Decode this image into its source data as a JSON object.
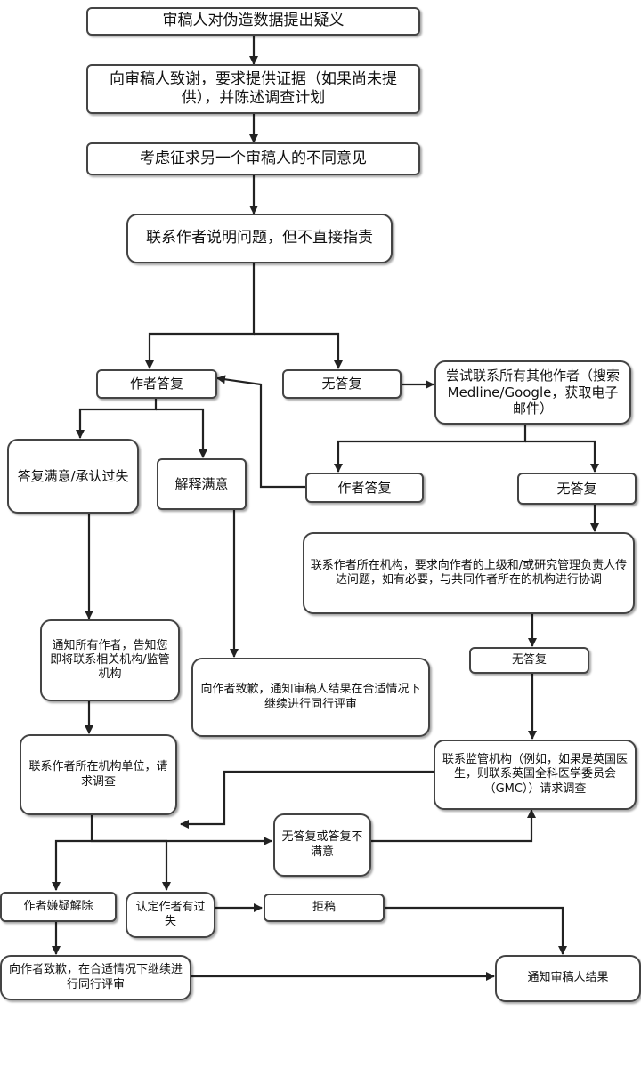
{
  "nodes": {
    "n1": "审稿人对伪造数据提出疑义",
    "n2": "向审稿人致谢，要求提供证据（如果尚未提供），并陈述调查计划",
    "n3": "考虑征求另一个审稿人的不同意见",
    "n4": "联系作者说明问题，但不直接指责",
    "n5": "作者答复",
    "n6": "无答复",
    "n7": "尝试联系所有其他作者（搜索Medline/Google，获取电子邮件）",
    "n8": "答复满意/承认过失",
    "n9": "解释满意",
    "n10": "作者答复",
    "n11": "无答复",
    "n12": "联系作者所在机构，要求向作者的上级和/或研究管理负责人传达问题，如有必要，与共同作者所在的机构进行协调",
    "n13": "通知所有作者，告知您即将联系相关机构/监管机构",
    "n14": "向作者致歉，通知审稿人结果在合适情况下继续进行同行评审",
    "n15": "无答复",
    "n16": "联系作者所在机构单位，请求调查",
    "n17": "联系监管机构（例如，如果是英国医生，则联系英国全科医学委员会（GMC））请求调查",
    "n18": "无答复或答复不满意",
    "n19": "作者嫌疑解除",
    "n20": "认定作者有过失",
    "n21": "拒稿",
    "n22": "向作者致歉，在合适情况下继续进行同行评审",
    "n23": "通知审稿人结果"
  }
}
